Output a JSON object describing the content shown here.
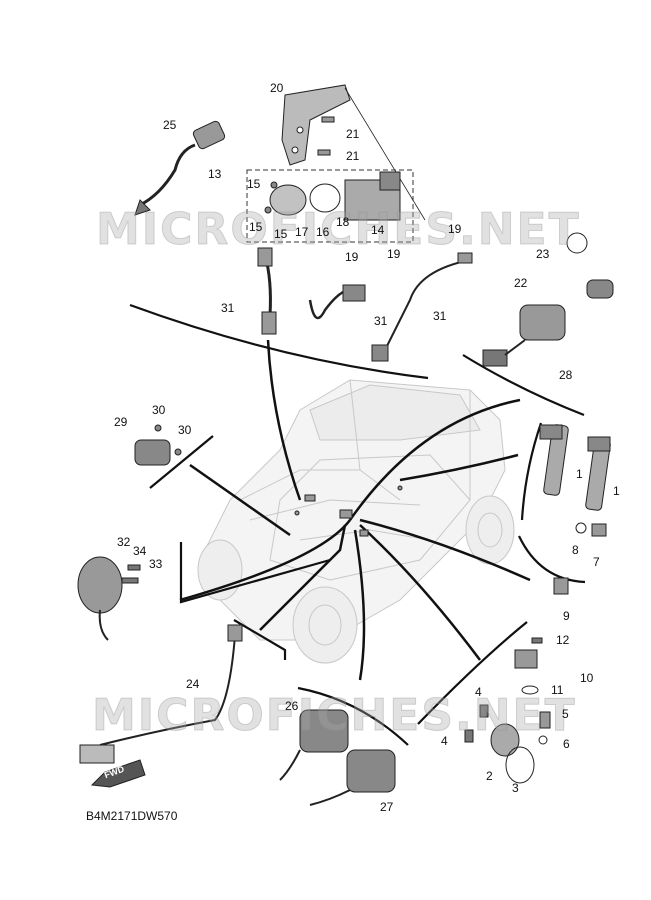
{
  "watermark_text": "MICROFICHES.NET",
  "diagram_code": "B4M2171DW570",
  "fwd_label": "FWD",
  "callouts": {
    "c1a": "1",
    "c1b": "1",
    "c2": "2",
    "c3": "3",
    "c4a": "4",
    "c4b": "4",
    "c5": "5",
    "c6": "6",
    "c7": "7",
    "c8": "8",
    "c9": "9",
    "c10": "10",
    "c11": "11",
    "c12": "12",
    "c13": "13",
    "c14": "14",
    "c15a": "15",
    "c15b": "15",
    "c15c": "15",
    "c16": "16",
    "c17": "17",
    "c18": "18",
    "c19a": "19",
    "c19b": "19",
    "c19c": "19",
    "c20": "20",
    "c21a": "21",
    "c21b": "21",
    "c22": "22",
    "c23": "23",
    "c24": "24",
    "c25": "25",
    "c26": "26",
    "c27": "27",
    "c28": "28",
    "c29": "29",
    "c30a": "30",
    "c30b": "30",
    "c31a": "31",
    "c31b": "31",
    "c31c": "31",
    "c32": "32",
    "c33": "33",
    "c34": "34"
  }
}
